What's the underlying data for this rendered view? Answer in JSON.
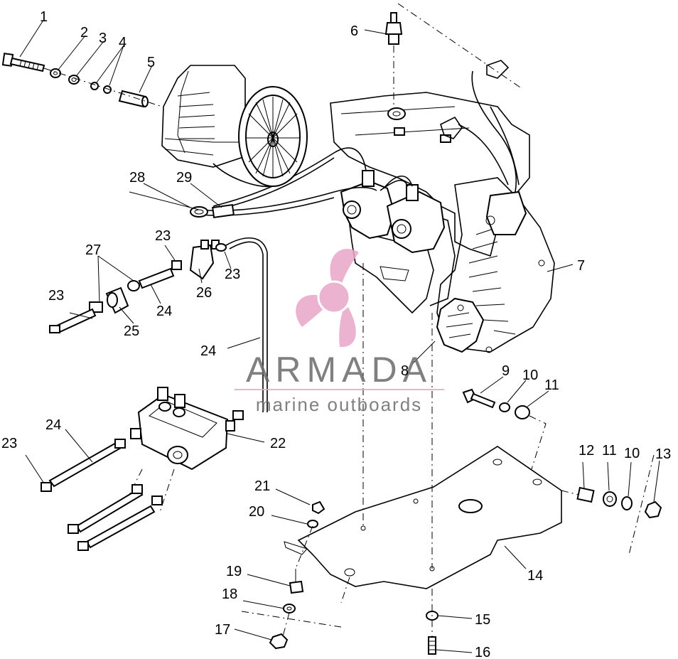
{
  "callouts": {
    "c1": "1",
    "c2": "2",
    "c3": "3",
    "c4": "4",
    "c5": "5",
    "c6": "6",
    "c7": "7",
    "c8": "8",
    "c9": "9",
    "c10a": "10",
    "c10b": "10",
    "c11a": "11",
    "c11b": "11",
    "c12": "12",
    "c13": "13",
    "c14": "14",
    "c15": "15",
    "c16": "16",
    "c17": "17",
    "c18": "18",
    "c19": "19",
    "c20": "20",
    "c21": "21",
    "c22": "22",
    "c23a": "23",
    "c23b": "23",
    "c23c": "23",
    "c23d": "23",
    "c24a": "24",
    "c24b": "24",
    "c24c": "24",
    "c25": "25",
    "c26": "26",
    "c27": "27",
    "c28": "28",
    "c29": "29"
  },
  "watermark": {
    "brand": "ARMADA",
    "tagline": "marine outboards",
    "logo_color": "#e8a6c8",
    "text_color": "#6b6b6b"
  }
}
